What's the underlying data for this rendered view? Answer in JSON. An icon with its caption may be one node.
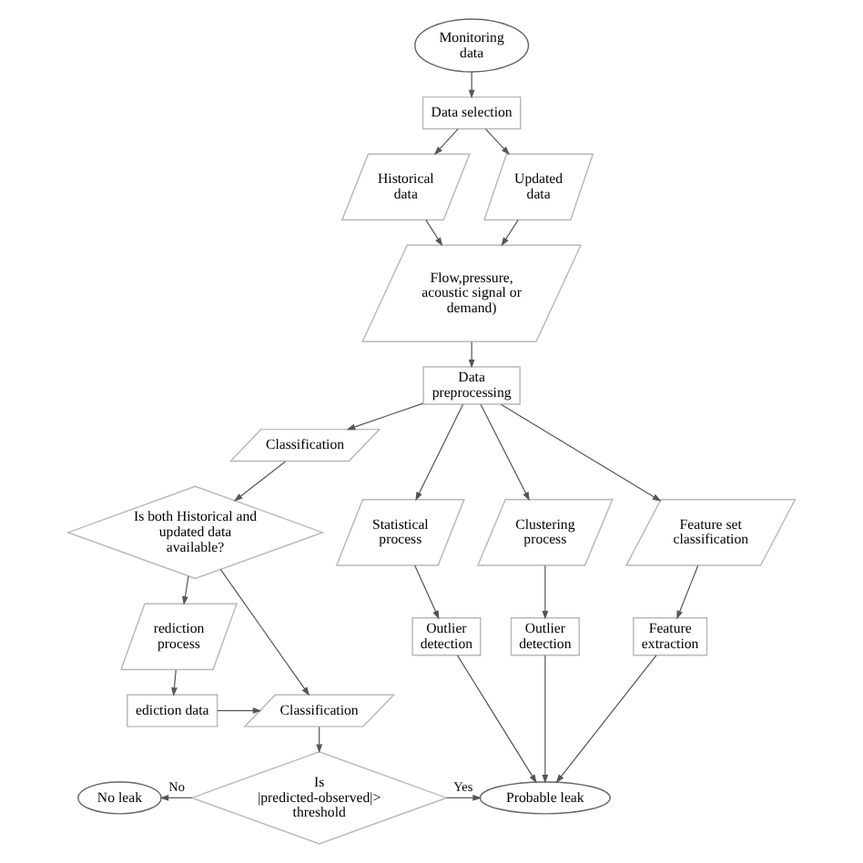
{
  "diagram": {
    "nodes": [
      {
        "text": [
          "Monitoring data"
        ]
      },
      {
        "text": [
          "Data selection"
        ]
      },
      {
        "text": [
          "Historical data"
        ]
      },
      {
        "text": [
          "Updated data"
        ]
      },
      {
        "text": [
          "Flow,pressure, acoustic signal or demand)"
        ]
      },
      {
        "text": [
          "Data preprocessing"
        ]
      },
      {
        "text": [
          "Classification"
        ]
      },
      {
        "text": [
          "Is both Historical and updated data available?"
        ]
      },
      {
        "text": [
          "rediction process"
        ]
      },
      {
        "text": [
          "Statistical process"
        ]
      },
      {
        "text": [
          "Clustering process"
        ]
      },
      {
        "text": [
          "Feature set classification"
        ]
      },
      {
        "text": [
          "Outlier detection"
        ]
      },
      {
        "text": [
          "Outlier detection"
        ]
      },
      {
        "text": [
          "Feature extraction"
        ]
      },
      {
        "text": [
          "ediction data"
        ]
      },
      {
        "text": [
          "Classification"
        ]
      },
      {
        "text": [
          "Is |predicted-observed|> threshold"
        ]
      },
      {
        "text": [
          "No leak"
        ]
      },
      {
        "text": [
          "Probable leak"
        ]
      }
    ],
    "edges": [
      {
        "from": 0,
        "to": 1,
        "arrow": "to"
      },
      {
        "from": 1,
        "to": 2,
        "arrow": "to"
      },
      {
        "from": 1,
        "to": 3,
        "arrow": "to"
      },
      {
        "from": 2,
        "to": 4,
        "arrow": "to"
      },
      {
        "from": 3,
        "to": 4,
        "arrow": "to"
      },
      {
        "from": 4,
        "to": 5,
        "arrow": "to"
      },
      {
        "from": 5,
        "to": 6,
        "arrow": "to"
      },
      {
        "from": 5,
        "to": 9,
        "arrow": "to"
      },
      {
        "from": 5,
        "to": 10,
        "arrow": "to"
      },
      {
        "from": 5,
        "to": 11,
        "arrow": "to"
      },
      {
        "from": 6,
        "to": 7,
        "arrow": "to"
      },
      {
        "from": 7,
        "to": 8,
        "arrow": "to"
      },
      {
        "from": 7,
        "to": 16,
        "arrow": "to"
      },
      {
        "from": 8,
        "to": 15,
        "arrow": "to"
      },
      {
        "from": 15,
        "to": 16,
        "arrow": "to"
      },
      {
        "from": 9,
        "to": 12,
        "arrow": "to"
      },
      {
        "from": 10,
        "to": 13,
        "arrow": "to"
      },
      {
        "from": 11,
        "to": 14,
        "arrow": "to"
      },
      {
        "from": 12,
        "to": 19,
        "arrow": "to"
      },
      {
        "from": 13,
        "to": 19,
        "arrow": "to"
      },
      {
        "from": 14,
        "to": 19,
        "arrow": "to"
      },
      {
        "from": 16,
        "to": 17,
        "arrow": "to"
      },
      {
        "from": 17,
        "to": 18,
        "label": "No",
        "arrow": "to"
      },
      {
        "from": 17,
        "to": 19,
        "label": "Yes",
        "arrow": "to"
      }
    ]
  }
}
